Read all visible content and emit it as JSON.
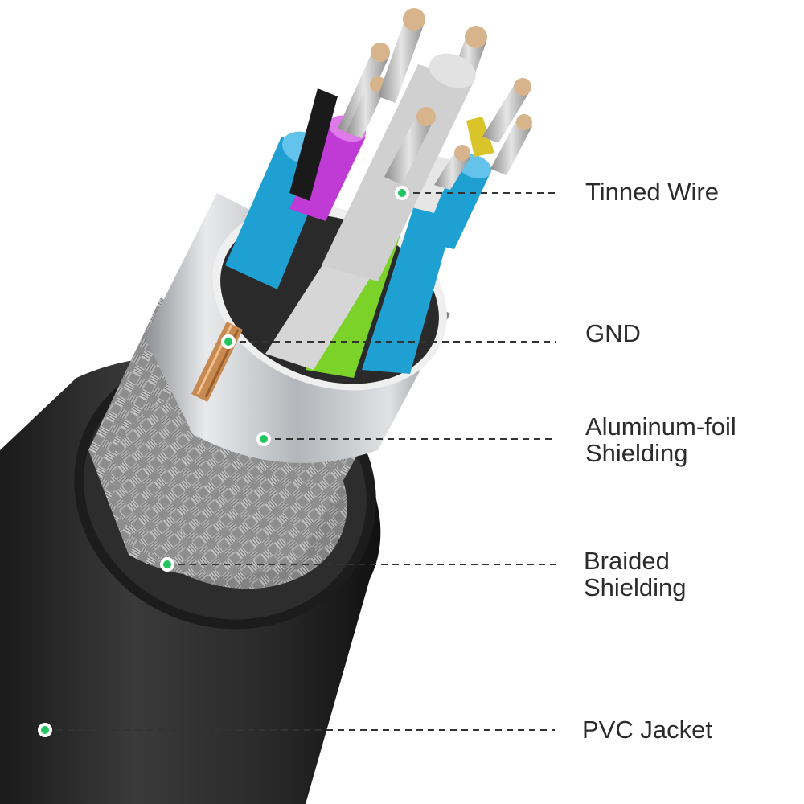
{
  "labels": {
    "tinned_wire": "Tinned Wire",
    "gnd": "GND",
    "aluminum_foil_shielding": "Aluminum-foil\nShielding",
    "braided_shielding": "Braided\nShielding",
    "pvc_jacket": "PVC Jacket"
  },
  "colors": {
    "marker": "#22c55e",
    "leader_line": "#333333",
    "jacket": "#2a2a2a",
    "foil": "#c9ccd0",
    "braid": "#9a9a9a",
    "wire_blue": "#1fa0d2",
    "wire_purple": "#c03ad6",
    "wire_green": "#7bd32a",
    "wire_white": "#e6e6e6",
    "wire_yellow": "#d9c52a",
    "wire_black": "#1a1a1a",
    "copper": "#c98a52"
  }
}
